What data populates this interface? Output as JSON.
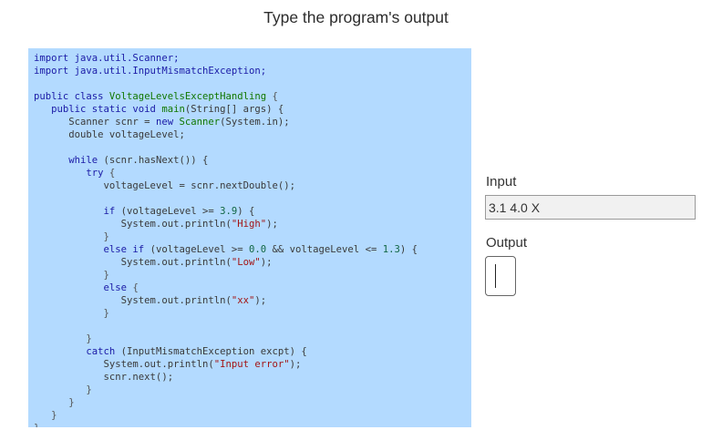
{
  "title": "Type the program's output",
  "code_lines": [
    [
      {
        "t": "import java.util.Scanner;",
        "c": "kw-import"
      }
    ],
    [
      {
        "t": "import java.util.InputMismatchException;",
        "c": "kw-import"
      }
    ],
    [],
    [
      {
        "t": "public class ",
        "c": "kw"
      },
      {
        "t": "VoltageLevelsExceptHandling",
        "c": "cls"
      },
      {
        "t": " {",
        "c": "p"
      }
    ],
    [
      {
        "t": "   public static void ",
        "c": "kw"
      },
      {
        "t": "main",
        "c": "cls"
      },
      {
        "t": "(String[] args) {",
        "c": "type"
      }
    ],
    [
      {
        "t": "      Scanner scnr = ",
        "c": "type"
      },
      {
        "t": "new ",
        "c": "kw"
      },
      {
        "t": "Scanner",
        "c": "cls"
      },
      {
        "t": "(System.in);",
        "c": "type"
      }
    ],
    [
      {
        "t": "      double voltageLevel;",
        "c": "type"
      }
    ],
    [],
    [
      {
        "t": "      while ",
        "c": "kw"
      },
      {
        "t": "(scnr.hasNext()) {",
        "c": "type"
      }
    ],
    [
      {
        "t": "         try ",
        "c": "kw"
      },
      {
        "t": "{",
        "c": "p"
      }
    ],
    [
      {
        "t": "            voltageLevel = scnr.nextDouble();",
        "c": "type"
      }
    ],
    [],
    [
      {
        "t": "            if ",
        "c": "kw"
      },
      {
        "t": "(voltageLevel >= ",
        "c": "type"
      },
      {
        "t": "3.9",
        "c": "num"
      },
      {
        "t": ") {",
        "c": "type"
      }
    ],
    [
      {
        "t": "               System.out.println(",
        "c": "type"
      },
      {
        "t": "\"High\"",
        "c": "str"
      },
      {
        "t": ");",
        "c": "type"
      }
    ],
    [
      {
        "t": "            }",
        "c": "p"
      }
    ],
    [
      {
        "t": "            else if ",
        "c": "kw"
      },
      {
        "t": "(voltageLevel >= ",
        "c": "type"
      },
      {
        "t": "0.0",
        "c": "num"
      },
      {
        "t": " && voltageLevel <= ",
        "c": "type"
      },
      {
        "t": "1.3",
        "c": "num"
      },
      {
        "t": ") {",
        "c": "type"
      }
    ],
    [
      {
        "t": "               System.out.println(",
        "c": "type"
      },
      {
        "t": "\"Low\"",
        "c": "str"
      },
      {
        "t": ");",
        "c": "type"
      }
    ],
    [
      {
        "t": "            }",
        "c": "p"
      }
    ],
    [
      {
        "t": "            else ",
        "c": "kw"
      },
      {
        "t": "{",
        "c": "p"
      }
    ],
    [
      {
        "t": "               System.out.println(",
        "c": "type"
      },
      {
        "t": "\"xx\"",
        "c": "str"
      },
      {
        "t": ");",
        "c": "type"
      }
    ],
    [
      {
        "t": "            }",
        "c": "p"
      }
    ],
    [],
    [
      {
        "t": "         }",
        "c": "p"
      }
    ],
    [
      {
        "t": "         catch ",
        "c": "kw"
      },
      {
        "t": "(InputMismatchException excpt) {",
        "c": "type"
      }
    ],
    [
      {
        "t": "            System.out.println(",
        "c": "type"
      },
      {
        "t": "\"Input error\"",
        "c": "str"
      },
      {
        "t": ");",
        "c": "type"
      }
    ],
    [
      {
        "t": "            scnr.next();",
        "c": "type"
      }
    ],
    [
      {
        "t": "         }",
        "c": "p"
      }
    ],
    [
      {
        "t": "      }",
        "c": "p"
      }
    ],
    [
      {
        "t": "   }",
        "c": "p"
      }
    ],
    [
      {
        "t": "}",
        "c": "p"
      }
    ]
  ],
  "input": {
    "label": "Input",
    "value": "3.1 4.0 X"
  },
  "output": {
    "label": "Output",
    "value": ""
  },
  "colors": {
    "code_background": "#b3daff",
    "keyword": "#1a1aa6",
    "class_name": "#117700",
    "number": "#116644",
    "string": "#a31515"
  }
}
